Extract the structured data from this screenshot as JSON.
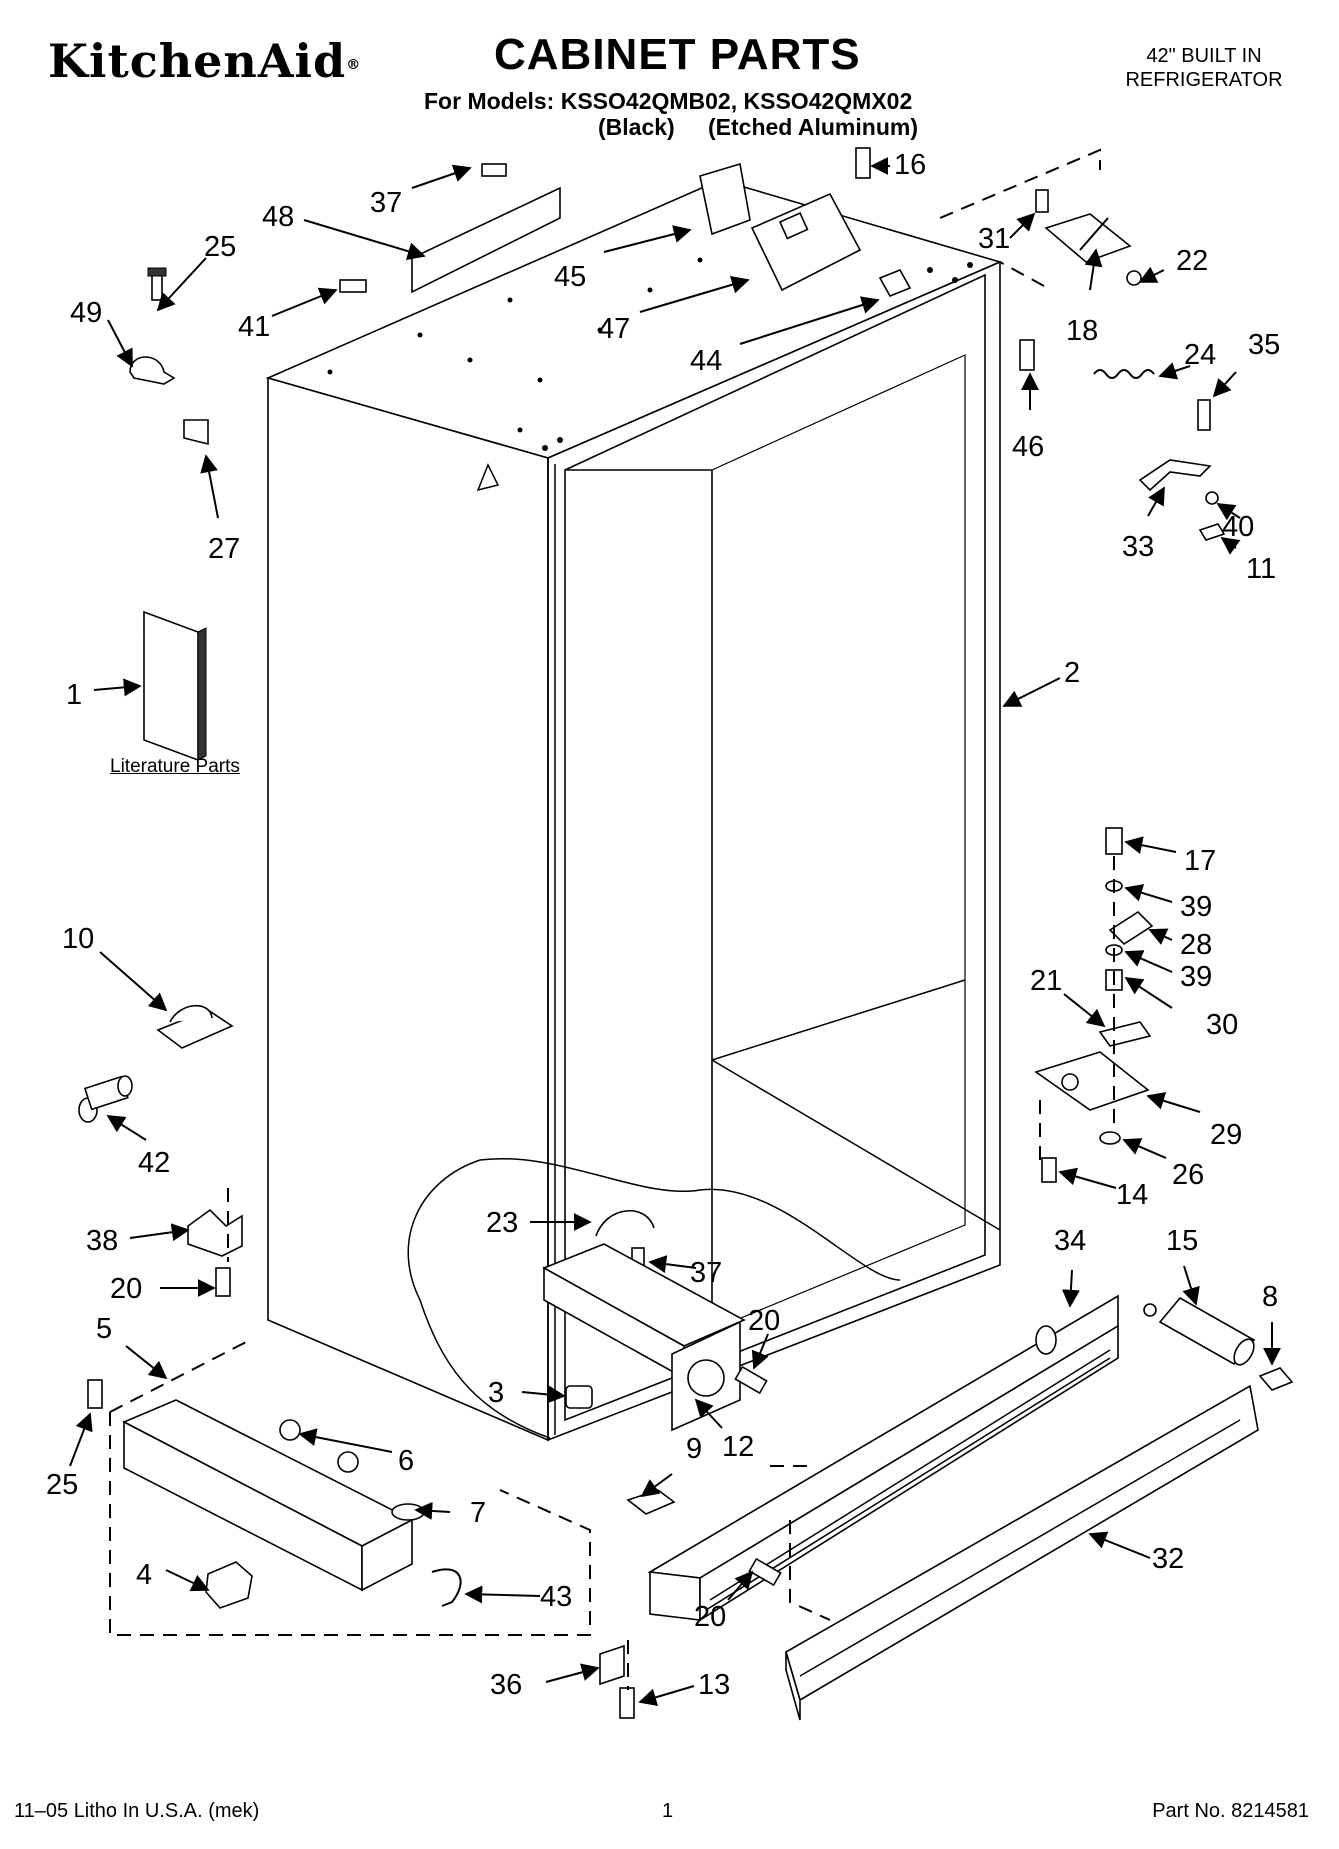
{
  "header": {
    "brand": "KitchenAid",
    "brand_mark": "®",
    "title": "CABINET PARTS",
    "models": "For Models: KSSO42QMB02, KSSO42QMX02",
    "variant_black": "(Black)",
    "variant_aluminum": "(Etched Aluminum)",
    "product_line1": "42\" BUILT IN",
    "product_line2": "REFRIGERATOR"
  },
  "literature_label": "Literature Parts",
  "footer": {
    "litho": "11–05 Litho In U.S.A. (mek)",
    "page": "1",
    "part_no": "Part No. 8214581"
  },
  "callouts": [
    {
      "id": "c37a",
      "label": "37"
    },
    {
      "id": "c48",
      "label": "48"
    },
    {
      "id": "c25a",
      "label": "25"
    },
    {
      "id": "c49",
      "label": "49"
    },
    {
      "id": "c41",
      "label": "41"
    },
    {
      "id": "c45",
      "label": "45"
    },
    {
      "id": "c47",
      "label": "47"
    },
    {
      "id": "c44",
      "label": "44"
    },
    {
      "id": "c16",
      "label": "16"
    },
    {
      "id": "c31",
      "label": "31"
    },
    {
      "id": "c22",
      "label": "22"
    },
    {
      "id": "c18",
      "label": "18"
    },
    {
      "id": "c24",
      "label": "24"
    },
    {
      "id": "c35",
      "label": "35"
    },
    {
      "id": "c46",
      "label": "46"
    },
    {
      "id": "c27",
      "label": "27"
    },
    {
      "id": "c33",
      "label": "33"
    },
    {
      "id": "c40",
      "label": "40"
    },
    {
      "id": "c11",
      "label": "11"
    },
    {
      "id": "c1",
      "label": "1"
    },
    {
      "id": "c2",
      "label": "2"
    },
    {
      "id": "c17",
      "label": "17"
    },
    {
      "id": "c39a",
      "label": "39"
    },
    {
      "id": "c28",
      "label": "28"
    },
    {
      "id": "c39b",
      "label": "39"
    },
    {
      "id": "c10",
      "label": "10"
    },
    {
      "id": "c21",
      "label": "21"
    },
    {
      "id": "c30",
      "label": "30"
    },
    {
      "id": "c29",
      "label": "29"
    },
    {
      "id": "c42",
      "label": "42"
    },
    {
      "id": "c26",
      "label": "26"
    },
    {
      "id": "c14",
      "label": "14"
    },
    {
      "id": "c38",
      "label": "38"
    },
    {
      "id": "c23",
      "label": "23"
    },
    {
      "id": "c37b",
      "label": "37"
    },
    {
      "id": "c34",
      "label": "34"
    },
    {
      "id": "c15",
      "label": "15"
    },
    {
      "id": "c8",
      "label": "8"
    },
    {
      "id": "c20a",
      "label": "20"
    },
    {
      "id": "c20b",
      "label": "20"
    },
    {
      "id": "c5",
      "label": "5"
    },
    {
      "id": "c3",
      "label": "3"
    },
    {
      "id": "c12",
      "label": "12"
    },
    {
      "id": "c6",
      "label": "6"
    },
    {
      "id": "c25b",
      "label": "25"
    },
    {
      "id": "c9",
      "label": "9"
    },
    {
      "id": "c7",
      "label": "7"
    },
    {
      "id": "c32",
      "label": "32"
    },
    {
      "id": "c4",
      "label": "4"
    },
    {
      "id": "c43",
      "label": "43"
    },
    {
      "id": "c20c",
      "label": "20"
    },
    {
      "id": "c36",
      "label": "36"
    },
    {
      "id": "c13",
      "label": "13"
    }
  ]
}
